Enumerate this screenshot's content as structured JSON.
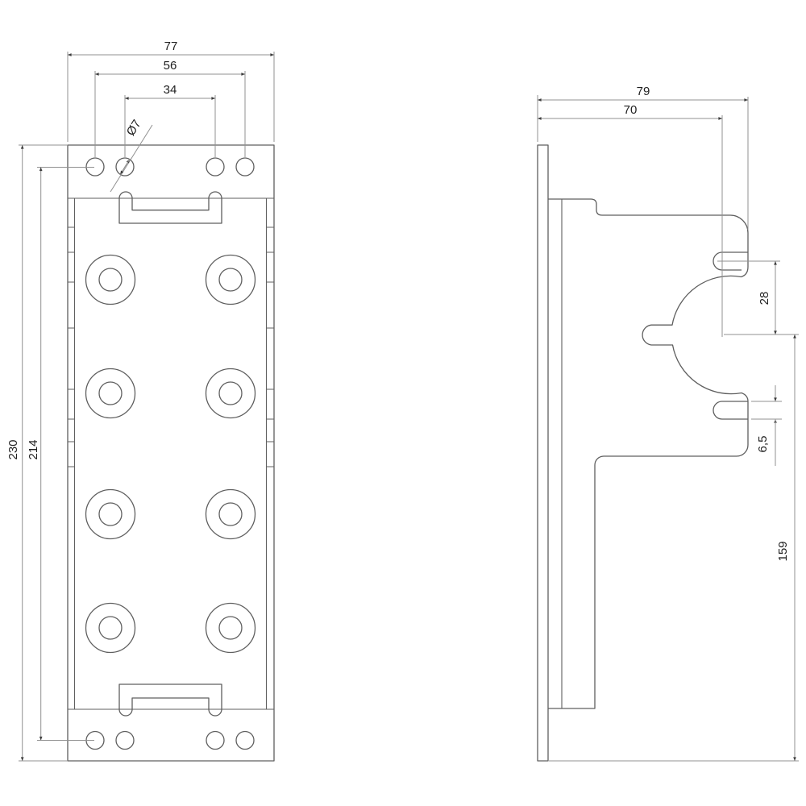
{
  "drawing_type": "technical-orthographic-drawing",
  "colors": {
    "line": "#5f5f5f",
    "dim": "#909090",
    "text": "#1f1f1f",
    "bg": "#ffffff"
  },
  "front_view": {
    "label_width_overall": "77",
    "label_hole_span_outer": "56",
    "label_hole_span_inner": "34",
    "label_hole_diameter": "Ø7",
    "label_height_overall": "230",
    "label_hole_span_vertical": "214"
  },
  "side_view": {
    "label_depth_overall": "79",
    "label_depth_to_hook_center": "70",
    "label_hook_center_offset": "28",
    "label_slot_width": "6,5",
    "label_hook_to_bottom": "159"
  }
}
